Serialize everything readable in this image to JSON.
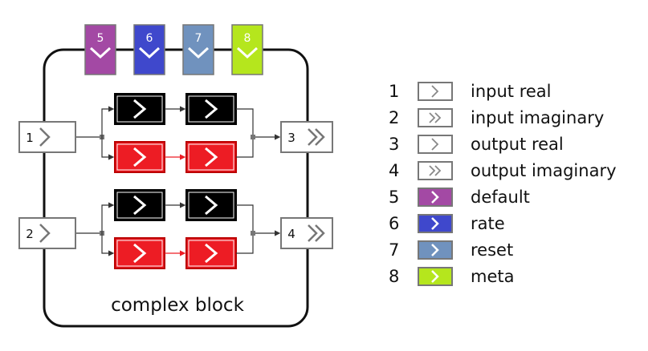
{
  "block_label": "complex block",
  "inputs": [
    {
      "number": "1"
    },
    {
      "number": "2"
    }
  ],
  "outputs": [
    {
      "number": "3"
    },
    {
      "number": "4"
    }
  ],
  "control_ports": [
    {
      "number": "5",
      "color": "#a349a4"
    },
    {
      "number": "6",
      "color": "#3f48cc"
    },
    {
      "number": "7",
      "color": "#7092be"
    },
    {
      "number": "8",
      "color": "#b5e61d"
    }
  ],
  "inner_block_colors": {
    "top_row": "#000000",
    "bottom_row": "#ed1c24"
  },
  "legend": [
    {
      "number": "1",
      "label": "input real",
      "style": "single-chevron",
      "color": "#ffffff"
    },
    {
      "number": "2",
      "label": "input imaginary",
      "style": "double-chevron",
      "color": "#ffffff"
    },
    {
      "number": "3",
      "label": "output real",
      "style": "single-chevron",
      "color": "#ffffff"
    },
    {
      "number": "4",
      "label": "output imaginary",
      "style": "double-chevron",
      "color": "#ffffff"
    },
    {
      "number": "5",
      "label": "default",
      "style": "filled",
      "color": "#a349a4"
    },
    {
      "number": "6",
      "label": "rate",
      "style": "filled",
      "color": "#3f48cc"
    },
    {
      "number": "7",
      "label": "reset",
      "style": "filled",
      "color": "#7092be"
    },
    {
      "number": "8",
      "label": "meta",
      "style": "filled",
      "color": "#b5e61d"
    }
  ]
}
